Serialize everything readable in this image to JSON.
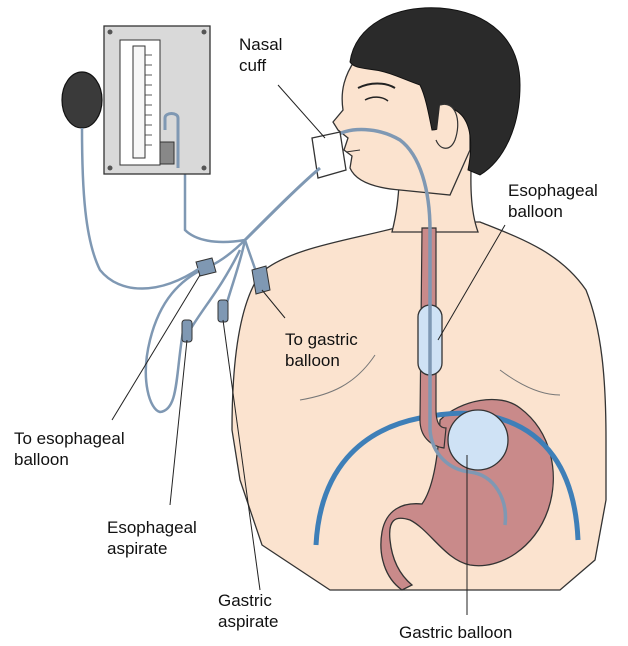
{
  "labels": {
    "nasal_cuff": "Nasal\ncuff",
    "esophageal_balloon": "Esophageal\nballoon",
    "to_gastric_balloon": "To gastric\nballoon",
    "to_esophageal_balloon": "To esophageal\nballoon",
    "esophageal_aspirate": "Esophageal\naspirate",
    "gastric_aspirate": "Gastric\naspirate",
    "gastric_balloon": "Gastric balloon"
  },
  "colors": {
    "skin": "#fbe3cf",
    "hair": "#2a2a2a",
    "tube": "#7f98b3",
    "balloon": "#cfe2f5",
    "stomach": "#c98a8a",
    "diaphragm": "#3e7fb8",
    "gauge_frame": "#d9d9d9"
  }
}
